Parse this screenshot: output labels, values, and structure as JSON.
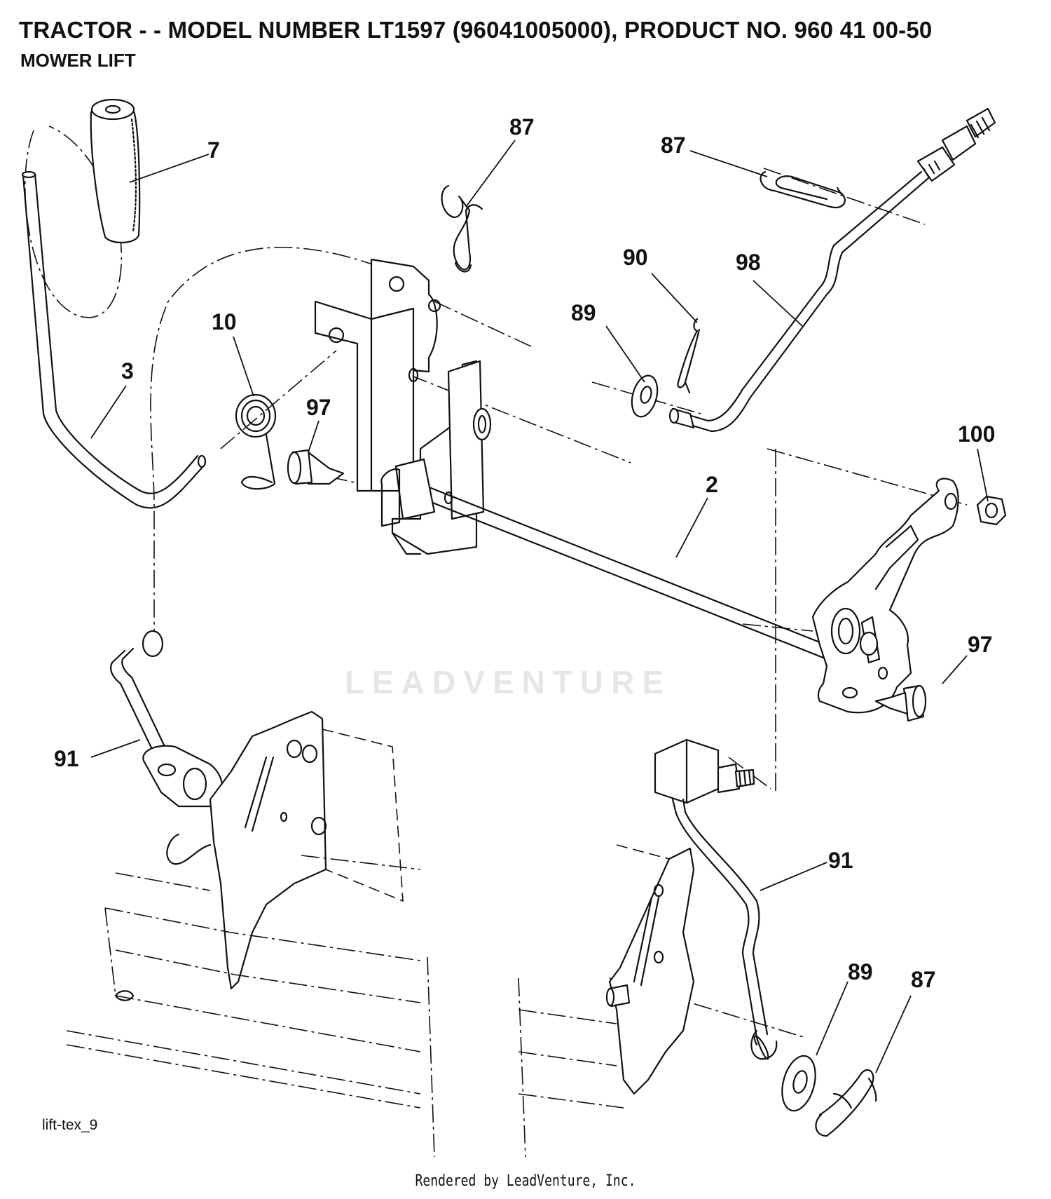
{
  "header": {
    "title": "TRACTOR - - MODEL NUMBER LT1597 (96041005000), PRODUCT NO. 960 41 00-50",
    "subtitle": "MOWER LIFT"
  },
  "diagram": {
    "callouts": [
      {
        "id": "c-7",
        "label": "7"
      },
      {
        "id": "c-87a",
        "label": "87"
      },
      {
        "id": "c-87b",
        "label": "87"
      },
      {
        "id": "c-90",
        "label": "90"
      },
      {
        "id": "c-98",
        "label": "98"
      },
      {
        "id": "c-89a",
        "label": "89"
      },
      {
        "id": "c-10",
        "label": "10"
      },
      {
        "id": "c-3",
        "label": "3"
      },
      {
        "id": "c-97a",
        "label": "97"
      },
      {
        "id": "c-100",
        "label": "100"
      },
      {
        "id": "c-2",
        "label": "2"
      },
      {
        "id": "c-97b",
        "label": "97"
      },
      {
        "id": "c-91a",
        "label": "91"
      },
      {
        "id": "c-91b",
        "label": "91"
      },
      {
        "id": "c-89b",
        "label": "89"
      },
      {
        "id": "c-87c",
        "label": "87"
      }
    ],
    "reference_code": "lift-tex_9",
    "watermark": "LEADVENTURE"
  },
  "footer": {
    "rendered_by": "Rendered by LeadVenture, Inc."
  }
}
